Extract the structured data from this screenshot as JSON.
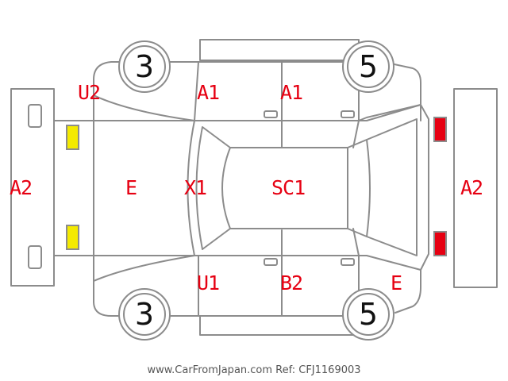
{
  "colors": {
    "outline": "#8c8c8c",
    "label": "#e60012",
    "front_light_marker": "#f4ea00",
    "rear_light_marker": "#e60012"
  },
  "wheels": {
    "front_left": "3",
    "front_right": "3",
    "rear_left": "5",
    "rear_right": "5"
  },
  "labels": {
    "front_bumper": "A2",
    "rear_bumper": "A2",
    "hood": "E",
    "windshield": "X1",
    "roof": "SC1",
    "upper_front_fender": "U2",
    "upper_front_door": "A1",
    "upper_rear_door": "A1",
    "lower_front_door": "U1",
    "lower_rear_door": "B2",
    "lower_rear_quarter": "E"
  },
  "legend": {
    "front_light_icon": "yellow-marker-icon",
    "rear_light_icon": "red-marker-icon"
  },
  "footer": {
    "watermark": "www.CarFromJapan.com Ref: CFJ1169003"
  }
}
